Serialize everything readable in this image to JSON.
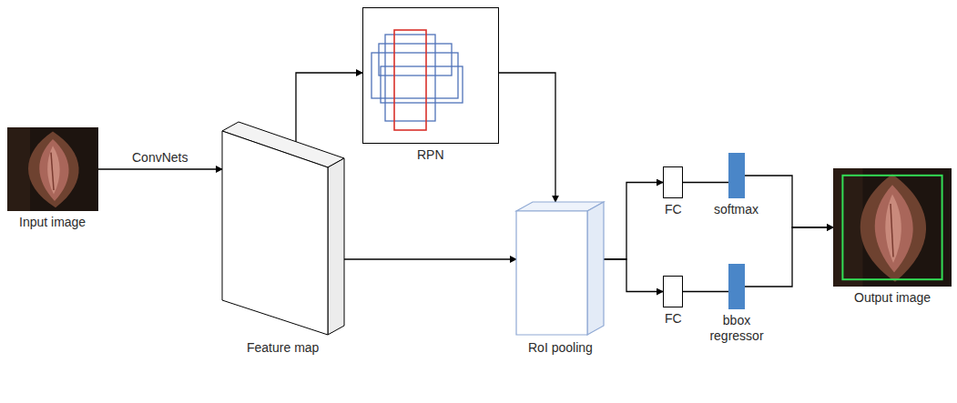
{
  "diagram": {
    "nodes": [
      {
        "text": [
          "Input image"
        ]
      },
      {
        "text": [
          "Feature map"
        ]
      },
      {
        "text": [
          "RPN"
        ]
      },
      {
        "text": [
          "RoI pooling"
        ]
      },
      {
        "text": [
          "FC"
        ]
      },
      {
        "text": [
          "FC"
        ]
      },
      {
        "text": [
          "softmax"
        ]
      },
      {
        "text": [
          "bbox regressor"
        ]
      },
      {
        "text": [
          "Output image"
        ]
      }
    ],
    "edges": [
      {
        "from": 0,
        "to": 1,
        "arrow": "to",
        "label": "ConvNets"
      },
      {
        "from": 1,
        "to": 2,
        "arrow": "to"
      },
      {
        "from": 2,
        "to": 3,
        "arrow": "to"
      },
      {
        "from": 1,
        "to": 3,
        "arrow": "to"
      },
      {
        "from": 3,
        "to": 4,
        "arrow": "to"
      },
      {
        "from": 3,
        "to": 5,
        "arrow": "to"
      },
      {
        "from": 4,
        "to": 6,
        "arrow": "none"
      },
      {
        "from": 5,
        "to": 7,
        "arrow": "none"
      },
      {
        "from": 6,
        "to": 8,
        "arrow": "to"
      },
      {
        "from": 7,
        "to": 8,
        "arrow": "to"
      }
    ]
  }
}
